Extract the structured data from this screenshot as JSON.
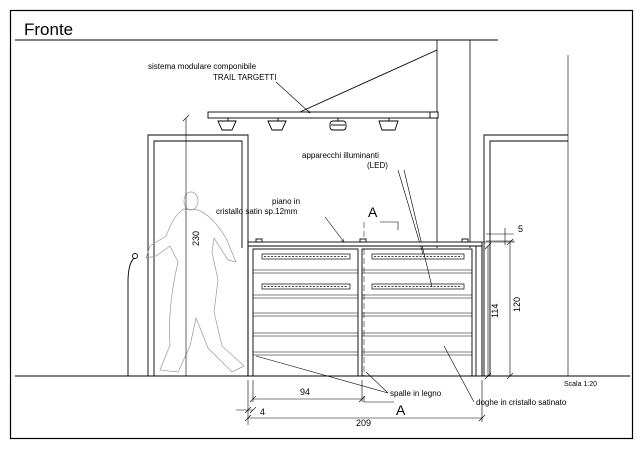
{
  "title": "Fronte",
  "labels": {
    "trail_line1": "sistema modulare componibile",
    "trail_line2": "TRAIL TARGETTI",
    "lights_line1": "apparecchi illuminanti",
    "lights_line2": "(LED)",
    "glass_line1": "piano in",
    "glass_line2": "cristallo satin sp.12mm",
    "section_mark": "A",
    "spalle": "spalle in legno",
    "doghe": "doghe in cristallo satinato",
    "scale": "Scala 1:20"
  },
  "dimensions": {
    "height_total": "230",
    "height_counter": "114",
    "height_top": "120",
    "top_thickness": "5",
    "half_width": "94",
    "offset": "4",
    "total_width": "209"
  }
}
